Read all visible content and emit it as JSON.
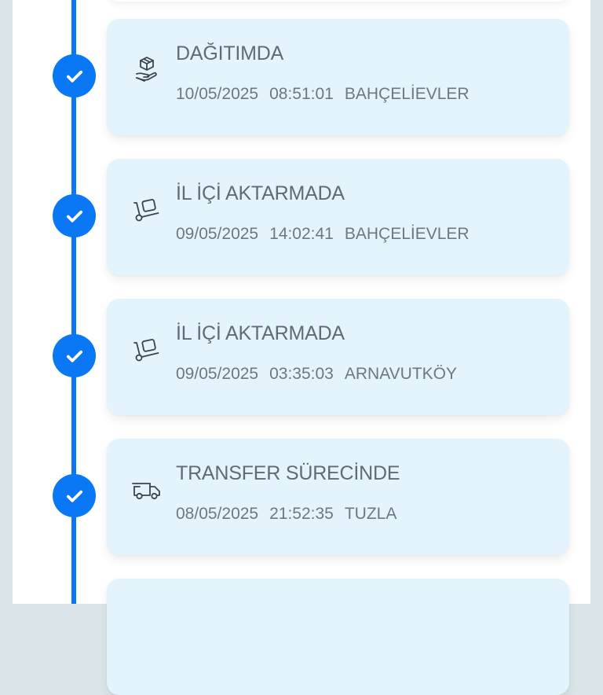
{
  "timeline": {
    "accent_color": "#0a78f5",
    "card_background": "#e4f4fd",
    "events": [
      {
        "status": "DAĞITIMDA",
        "date": "10/05/2025",
        "time": "08:51:01",
        "location": "BAHÇELİEVLER",
        "icon": "hand-package-icon",
        "completed": true
      },
      {
        "status": "İL İÇİ AKTARMADA",
        "date": "09/05/2025",
        "time": "14:02:41",
        "location": "BAHÇELİEVLER",
        "icon": "hand-truck-icon",
        "completed": true
      },
      {
        "status": "İL İÇİ AKTARMADA",
        "date": "09/05/2025",
        "time": "03:35:03",
        "location": "ARNAVUTKÖY",
        "icon": "hand-truck-icon",
        "completed": true
      },
      {
        "status": "TRANSFER SÜRECİNDE",
        "date": "08/05/2025",
        "time": "21:52:35",
        "location": "TUZLA",
        "icon": "delivery-truck-icon",
        "completed": true
      }
    ]
  }
}
